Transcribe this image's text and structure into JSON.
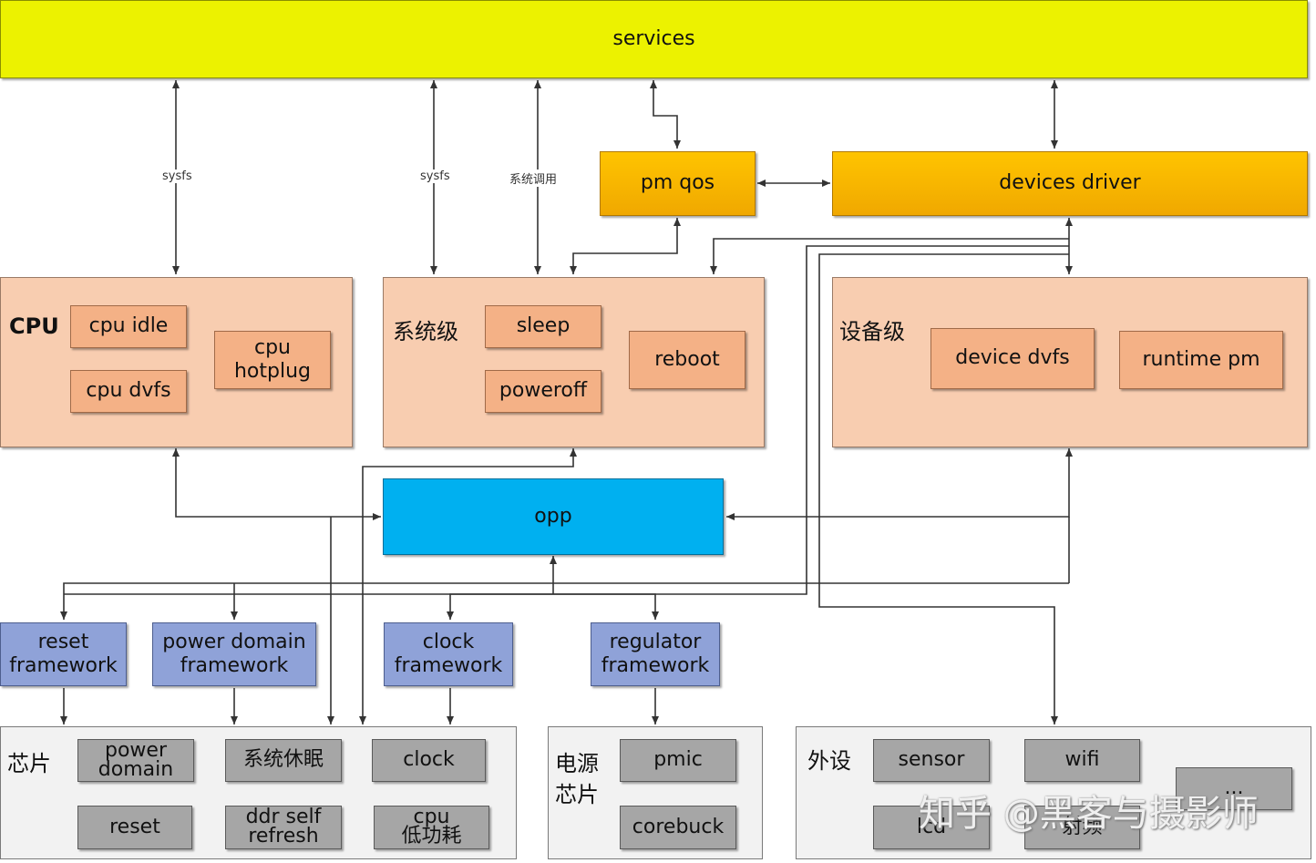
{
  "services": "services",
  "pm_qos": "pm qos",
  "devices_driver": "devices driver",
  "edge_labels": {
    "sysfs_cpu": "sysfs",
    "sysfs_sys": "sysfs",
    "syscall": "系统调用"
  },
  "cpu_group": {
    "title": "CPU",
    "cpu_idle": "cpu idle",
    "cpu_dvfs": "cpu dvfs",
    "cpu_hotplug_1": "cpu",
    "cpu_hotplug_2": "hotplug"
  },
  "sys_group": {
    "title": "系统级",
    "sleep": "sleep",
    "poweroff": "poweroff",
    "reboot": "reboot"
  },
  "dev_group": {
    "title": "设备级",
    "device_dvfs": "device dvfs",
    "runtime_pm": "runtime pm"
  },
  "opp": "opp",
  "frameworks": {
    "reset_1": "reset",
    "reset_2": "framework",
    "power_1": "power domain",
    "power_2": "framework",
    "clock_1": "clock",
    "clock_2": "framework",
    "regulator_1": "regulator",
    "regulator_2": "framework"
  },
  "chip_group": {
    "title": "芯片",
    "power_domain_1": "power",
    "power_domain_2": "domain",
    "sys_sleep": "系统休眠",
    "clock": "clock",
    "reset": "reset",
    "ddr_1": "ddr self",
    "ddr_2": "refresh",
    "cpu_low_1": "cpu",
    "cpu_low_2": "低功耗"
  },
  "power_chip_group": {
    "title_1": "电源",
    "title_2": "芯片",
    "pmic": "pmic",
    "corebuck": "corebuck"
  },
  "peripheral_group": {
    "title": "外设",
    "sensor": "sensor",
    "wifi": "wifi",
    "lcd": "lcd",
    "rf": "射频",
    "more": "..."
  },
  "watermark": "知乎 @黑客与摄影师",
  "colors": {
    "services": "#ecf200",
    "gold": "#ffc400",
    "peach": "#f8cdb0",
    "opp": "#00b0f0",
    "framework": "#8fa2d8",
    "chip": "#a6a6a6"
  }
}
